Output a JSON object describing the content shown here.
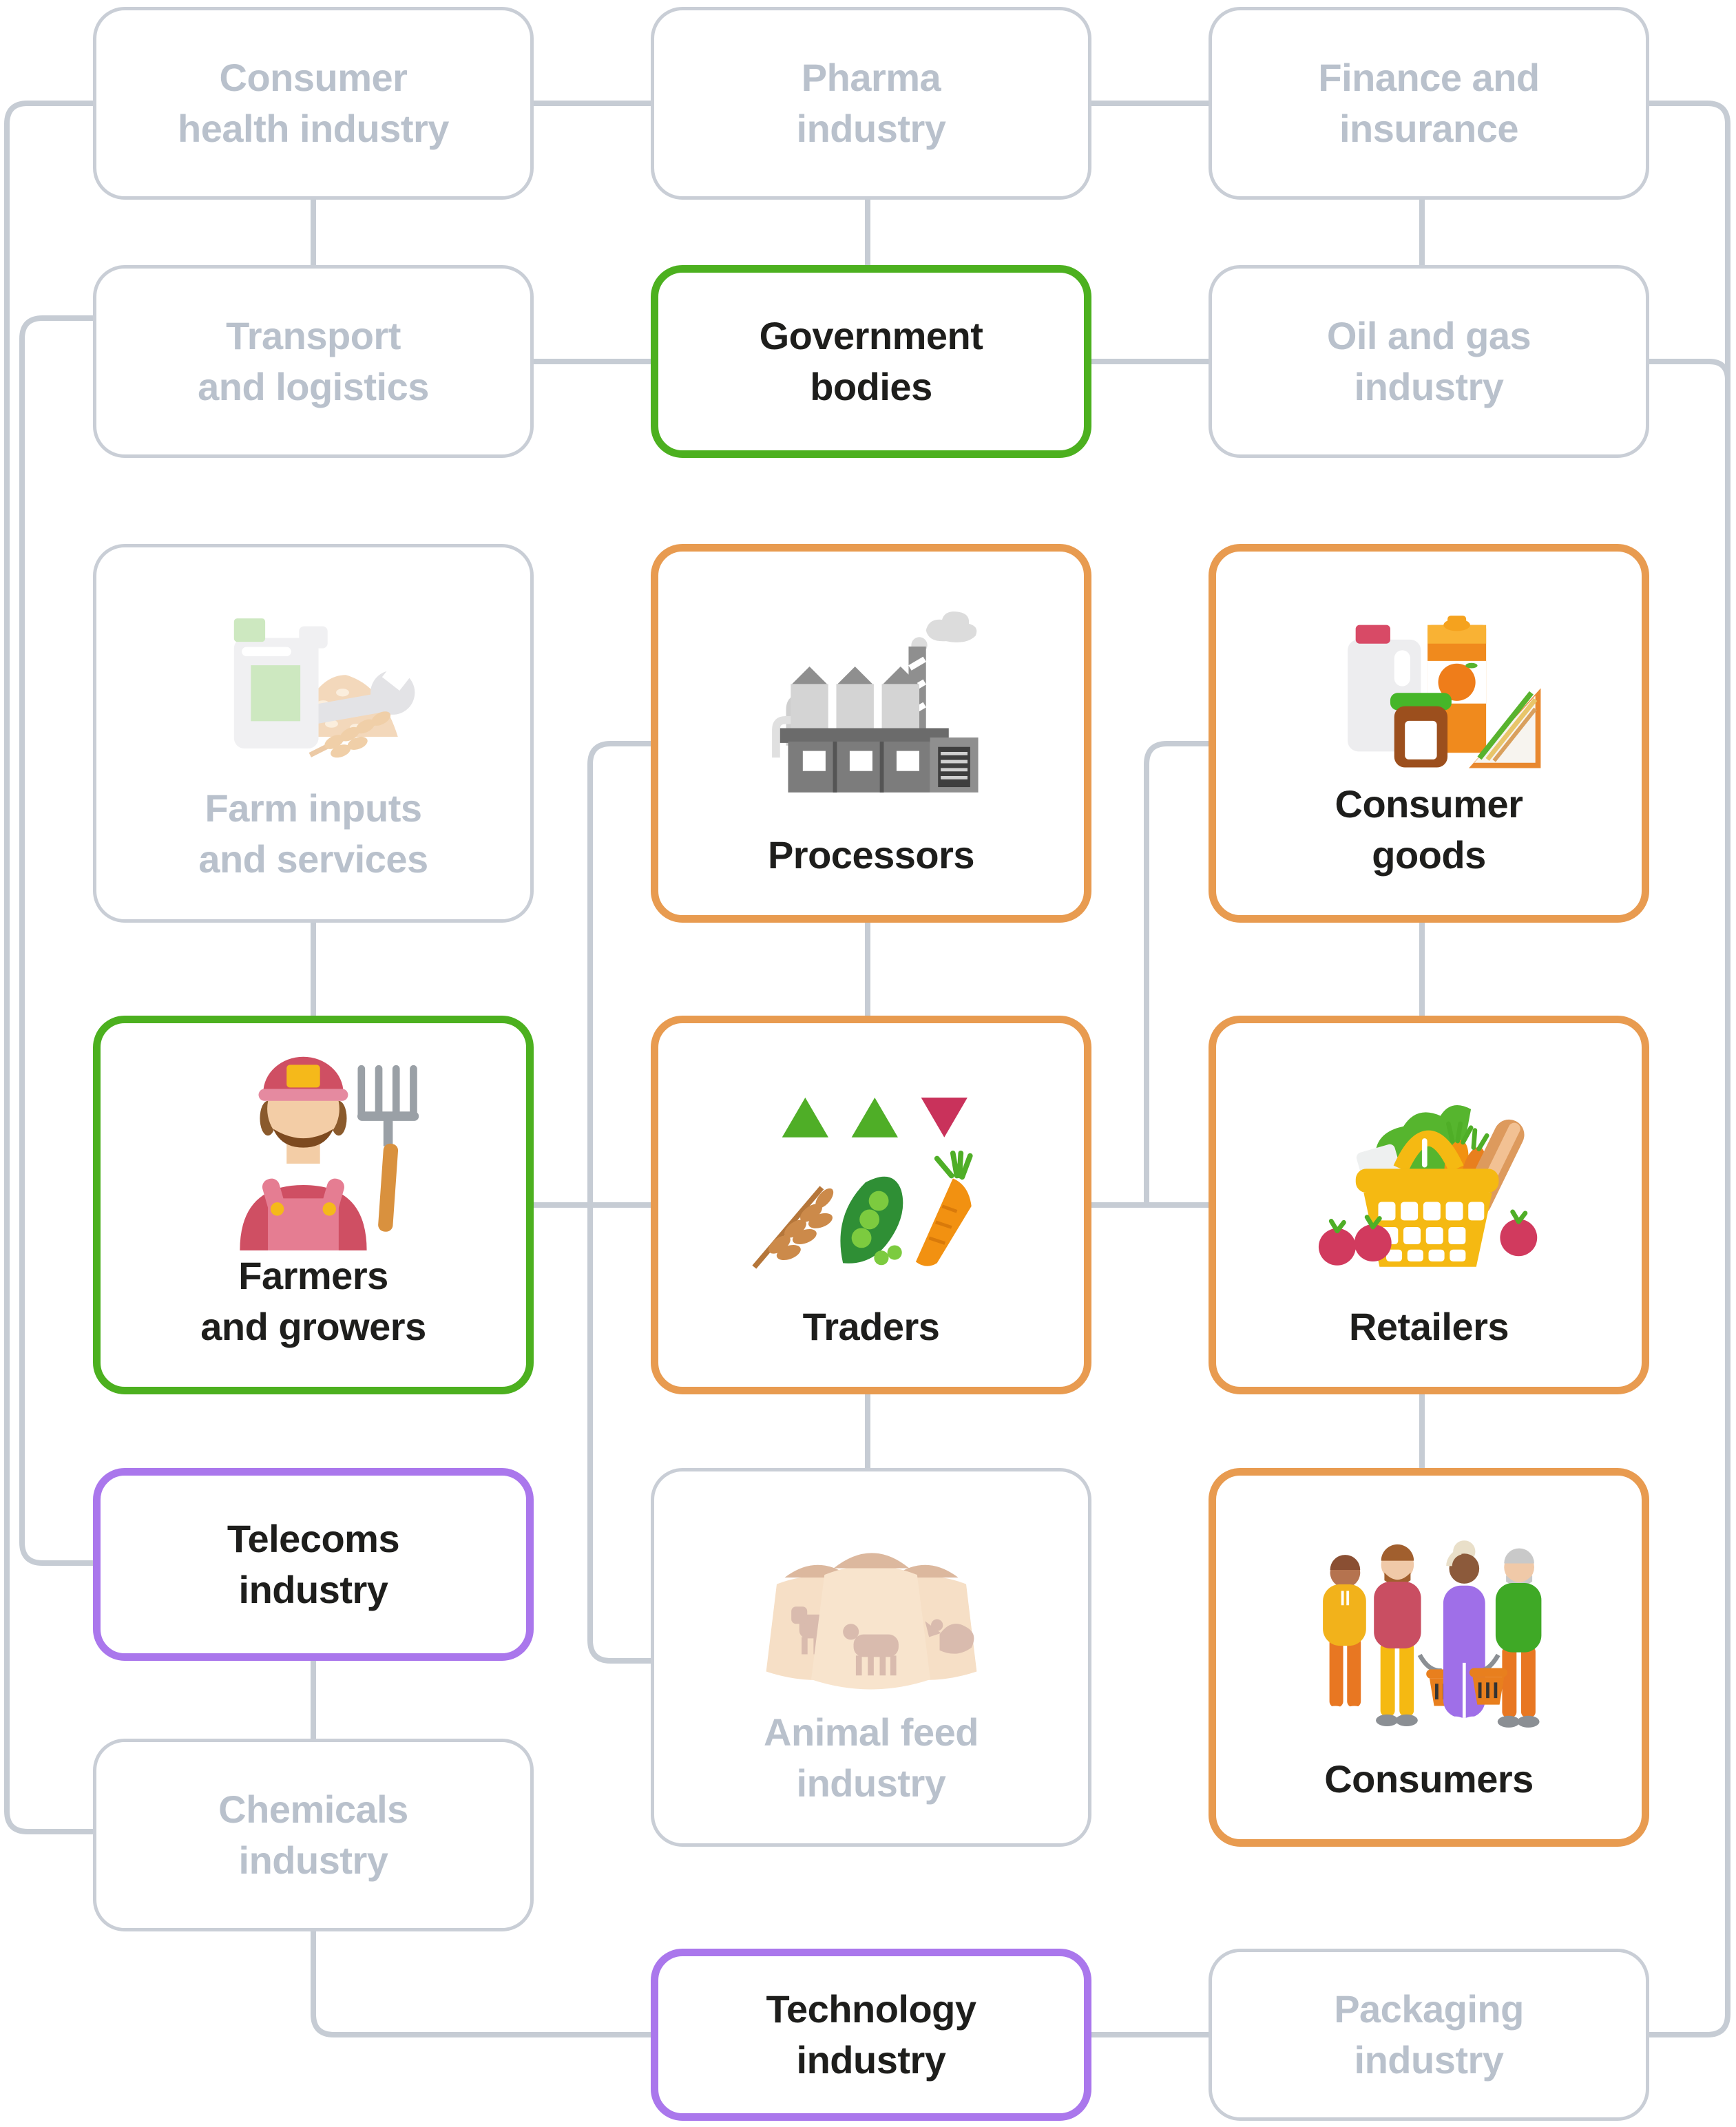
{
  "theme": {
    "background": "#ffffff",
    "line_color": "#c6ccd4",
    "gray_border": "#c9ced6",
    "gray_text": "#b9c1cc",
    "dark_text": "#1e1e1c",
    "green": "#4cb01f",
    "orange": "#e89b50",
    "purple": "#aa77ec",
    "faded_tan": "#f3d8bb",
    "faded_green": "#cde8c0"
  },
  "nodes": [
    {
      "id": "consumer-health",
      "label": "Consumer\nhealth industry",
      "variant": "gray",
      "icon": "none"
    },
    {
      "id": "pharma",
      "label": "Pharma\nindustry",
      "variant": "gray",
      "icon": "none"
    },
    {
      "id": "finance",
      "label": "Finance and\ninsurance",
      "variant": "gray",
      "icon": "none"
    },
    {
      "id": "transport",
      "label": "Transport\nand logistics",
      "variant": "gray",
      "icon": "none"
    },
    {
      "id": "government",
      "label": "Government\nbodies",
      "variant": "green",
      "icon": "none"
    },
    {
      "id": "oil-gas",
      "label": "Oil and gas\nindustry",
      "variant": "gray",
      "icon": "none"
    },
    {
      "id": "farm-inputs",
      "label": "Farm inputs\nand services",
      "variant": "gray",
      "icon": "farm-inputs-icon"
    },
    {
      "id": "processors",
      "label": "Processors",
      "variant": "orange",
      "icon": "factory-icon"
    },
    {
      "id": "consumer-goods",
      "label": "Consumer\ngoods",
      "variant": "orange",
      "icon": "groceries-icon"
    },
    {
      "id": "farmers",
      "label": "Farmers\nand growers",
      "variant": "green",
      "icon": "farmer-icon"
    },
    {
      "id": "traders",
      "label": "Traders",
      "variant": "orange",
      "icon": "crops-trading-icon"
    },
    {
      "id": "retailers",
      "label": "Retailers",
      "variant": "orange",
      "icon": "shopping-basket-icon"
    },
    {
      "id": "telecoms",
      "label": "Telecoms\nindustry",
      "variant": "purple",
      "icon": "none"
    },
    {
      "id": "animal-feed",
      "label": "Animal feed\nindustry",
      "variant": "gray",
      "icon": "feed-sacks-icon"
    },
    {
      "id": "consumers",
      "label": "Consumers",
      "variant": "orange",
      "icon": "shoppers-icon"
    },
    {
      "id": "chemicals",
      "label": "Chemicals\nindustry",
      "variant": "gray",
      "icon": "none"
    },
    {
      "id": "technology",
      "label": "Technology\nindustry",
      "variant": "purple",
      "icon": "none"
    },
    {
      "id": "packaging",
      "label": "Packaging\nindustry",
      "variant": "gray",
      "icon": "none"
    }
  ],
  "connections": [
    {
      "from": "consumer-health",
      "to": "pharma"
    },
    {
      "from": "pharma",
      "to": "finance"
    },
    {
      "from": "consumer-health",
      "to": "transport"
    },
    {
      "from": "pharma",
      "to": "government"
    },
    {
      "from": "finance",
      "to": "oil-gas"
    },
    {
      "from": "transport",
      "to": "government"
    },
    {
      "from": "government",
      "to": "oil-gas"
    },
    {
      "from": "consumer-health",
      "to": "chemicals",
      "via": "left page edge"
    },
    {
      "from": "transport",
      "to": "telecoms",
      "via": "left page edge"
    },
    {
      "from": "finance",
      "to": "packaging",
      "via": "right page edge"
    },
    {
      "from": "oil-gas",
      "to": "packaging",
      "via": "right page edge"
    },
    {
      "from": "farm-inputs",
      "to": "farmers"
    },
    {
      "from": "processors",
      "to": "traders"
    },
    {
      "from": "consumer-goods",
      "to": "retailers"
    },
    {
      "from": "farmers",
      "to": "traders"
    },
    {
      "from": "traders",
      "to": "retailers"
    },
    {
      "from": "traders",
      "to": "animal-feed"
    },
    {
      "from": "retailers",
      "to": "consumers"
    },
    {
      "from": "processors",
      "to": "animal-feed",
      "via": "trunk crossing farmers-traders link"
    },
    {
      "from": "consumer-goods",
      "to": "traders-retailers-junction"
    },
    {
      "from": "telecoms",
      "to": "chemicals"
    },
    {
      "from": "chemicals",
      "to": "technology"
    },
    {
      "from": "technology",
      "to": "packaging"
    }
  ]
}
